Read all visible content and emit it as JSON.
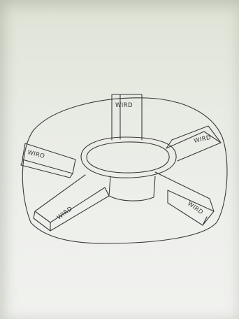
{
  "sketch": {
    "paper_color": "#eef0ec",
    "ink_color": "#3a3a3a",
    "spoke_labels": [
      "WIRD",
      "WIRD",
      "WIRO",
      "WIRD",
      "WIRD"
    ]
  }
}
